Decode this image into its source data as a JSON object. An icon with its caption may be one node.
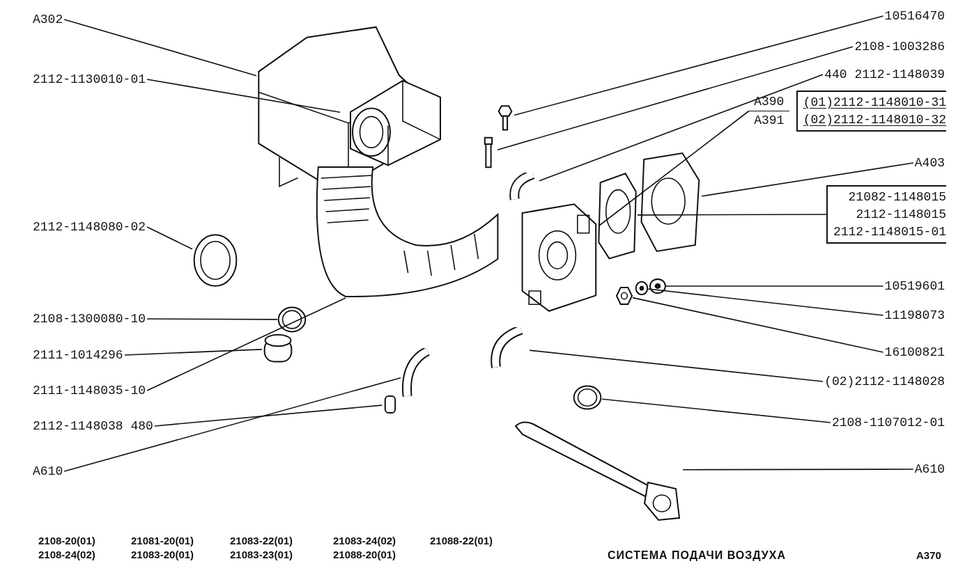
{
  "diagram": {
    "title": "СИСТЕМА ПОДАЧИ ВОЗДУХА",
    "nodes": [
      {
        "text": [
          "A302"
        ]
      },
      {
        "text": [
          "2112-1130010-01"
        ]
      },
      {
        "text": [
          "2112-1148080-02"
        ]
      },
      {
        "text": [
          "2108-1300080-10"
        ]
      },
      {
        "text": [
          "2111-1014296"
        ]
      },
      {
        "text": [
          "2111-1148035-10"
        ]
      },
      {
        "text": [
          "2112-1148038 480"
        ]
      },
      {
        "text": [
          "A610"
        ]
      },
      {
        "text": [
          "10516470"
        ]
      },
      {
        "text": [
          "2108-1003286"
        ]
      },
      {
        "text": [
          "440 2112-1148039"
        ]
      },
      {
        "text": [
          "A390",
          "A391",
          "(01)2112-1148010-31",
          "(02)2112-1148010-32"
        ]
      },
      {
        "text": [
          "A403"
        ]
      },
      {
        "text": [
          "21082-1148015",
          "2112-1148015",
          "2112-1148015-01"
        ]
      },
      {
        "text": [
          "10519601"
        ]
      },
      {
        "text": [
          "11198073"
        ]
      },
      {
        "text": [
          "16100821"
        ]
      },
      {
        "text": [
          "(02)2112-1148028"
        ]
      },
      {
        "text": [
          "2108-1107012-01"
        ]
      },
      {
        "text": [
          "A610"
        ]
      },
      {
        "text": [],
        "shape": "picture"
      },
      {
        "text": [],
        "shape": "picture"
      },
      {
        "text": [],
        "shape": "circle"
      },
      {
        "text": [],
        "shape": "picture"
      },
      {
        "text": [],
        "shape": "circle"
      },
      {
        "text": [],
        "shape": "cylinder"
      },
      {
        "text": [],
        "shape": "bar"
      },
      {
        "text": [],
        "shape": "picture"
      },
      {
        "text": [],
        "shape": "picture"
      },
      {
        "text": [],
        "shape": "bar"
      },
      {
        "text": [],
        "shape": "picture"
      },
      {
        "text": [],
        "shape": "picture"
      },
      {
        "text": [],
        "shape": "picture"
      },
      {
        "text": [],
        "shape": "picture"
      },
      {
        "text": [],
        "shape": "circle"
      },
      {
        "text": [],
        "shape": "circle"
      },
      {
        "text": [],
        "shape": "picture"
      },
      {
        "text": [],
        "shape": "picture"
      },
      {
        "text": [],
        "shape": "circle"
      },
      {
        "text": [],
        "shape": "picture"
      }
    ],
    "edges": [
      {
        "from": 0,
        "to": 20,
        "arrow": "none"
      },
      {
        "from": 1,
        "to": 21,
        "arrow": "none"
      },
      {
        "from": 2,
        "to": 22,
        "arrow": "none"
      },
      {
        "from": 3,
        "to": 24,
        "arrow": "none"
      },
      {
        "from": 4,
        "to": 25,
        "arrow": "none"
      },
      {
        "from": 5,
        "to": 23,
        "arrow": "none"
      },
      {
        "from": 6,
        "to": 26,
        "arrow": "none"
      },
      {
        "from": 7,
        "to": 27,
        "arrow": "none"
      },
      {
        "from": 8,
        "to": 28,
        "arrow": "none"
      },
      {
        "from": 9,
        "to": 29,
        "arrow": "none"
      },
      {
        "from": 10,
        "to": 30,
        "arrow": "none"
      },
      {
        "from": 11,
        "to": 31,
        "arrow": "none"
      },
      {
        "from": 12,
        "to": 32,
        "arrow": "none"
      },
      {
        "from": 13,
        "to": 33,
        "arrow": "none"
      },
      {
        "from": 14,
        "to": 34,
        "arrow": "none"
      },
      {
        "from": 15,
        "to": 35,
        "arrow": "none"
      },
      {
        "from": 16,
        "to": 36,
        "arrow": "none"
      },
      {
        "from": 17,
        "to": 37,
        "arrow": "none"
      },
      {
        "from": 18,
        "to": 38,
        "arrow": "none"
      },
      {
        "from": 19,
        "to": 39,
        "arrow": "none"
      }
    ],
    "labels": [
      "2108-20(01)",
      "21081-20(01)",
      "21083-22(01)",
      "21083-24(02)",
      "21088-22(01)",
      "2108-24(02)",
      "21083-20(01)",
      "21083-23(01)",
      "21088-20(01)",
      "A370"
    ]
  }
}
